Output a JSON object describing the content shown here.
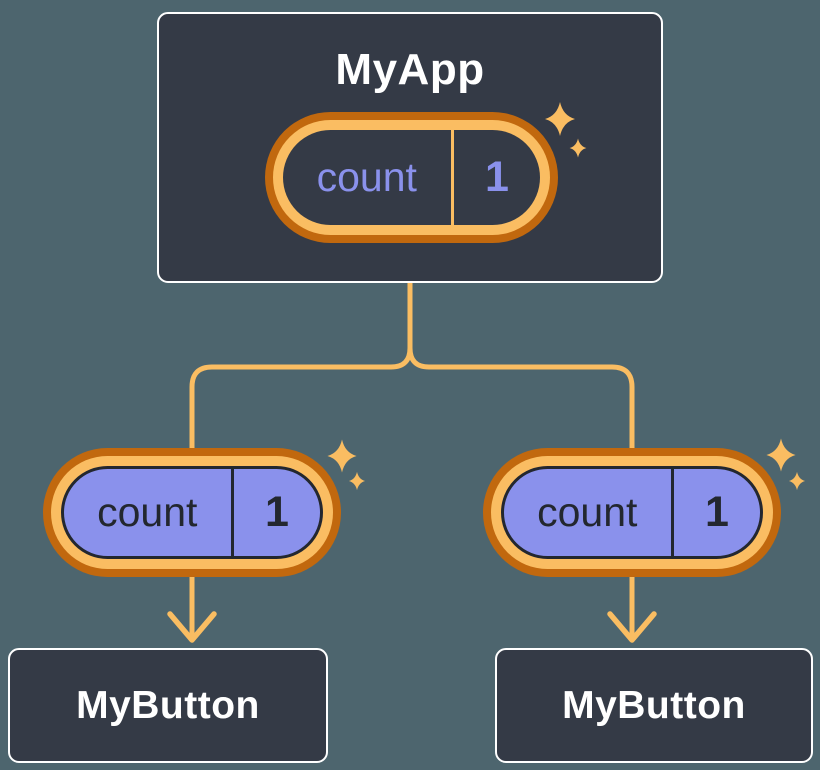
{
  "palette": {
    "background": "#4D656E",
    "node_background": "#343A46",
    "node_border": "#FFFFFF",
    "node_text": "#FFFFFF",
    "ring_dark_orange": "#C1680E",
    "ring_light_orange": "#FABD62",
    "connector_orange": "#FABD62",
    "prop_purple": "#8A91EC",
    "pill_dark_text": "#23272F"
  },
  "diagram": {
    "root": {
      "label": "MyApp",
      "pill": {
        "key": "count",
        "value": "1"
      }
    },
    "children": [
      {
        "pill": {
          "key": "count",
          "value": "1"
        },
        "label": "MyButton"
      },
      {
        "pill": {
          "key": "count",
          "value": "1"
        },
        "label": "MyButton"
      }
    ]
  }
}
